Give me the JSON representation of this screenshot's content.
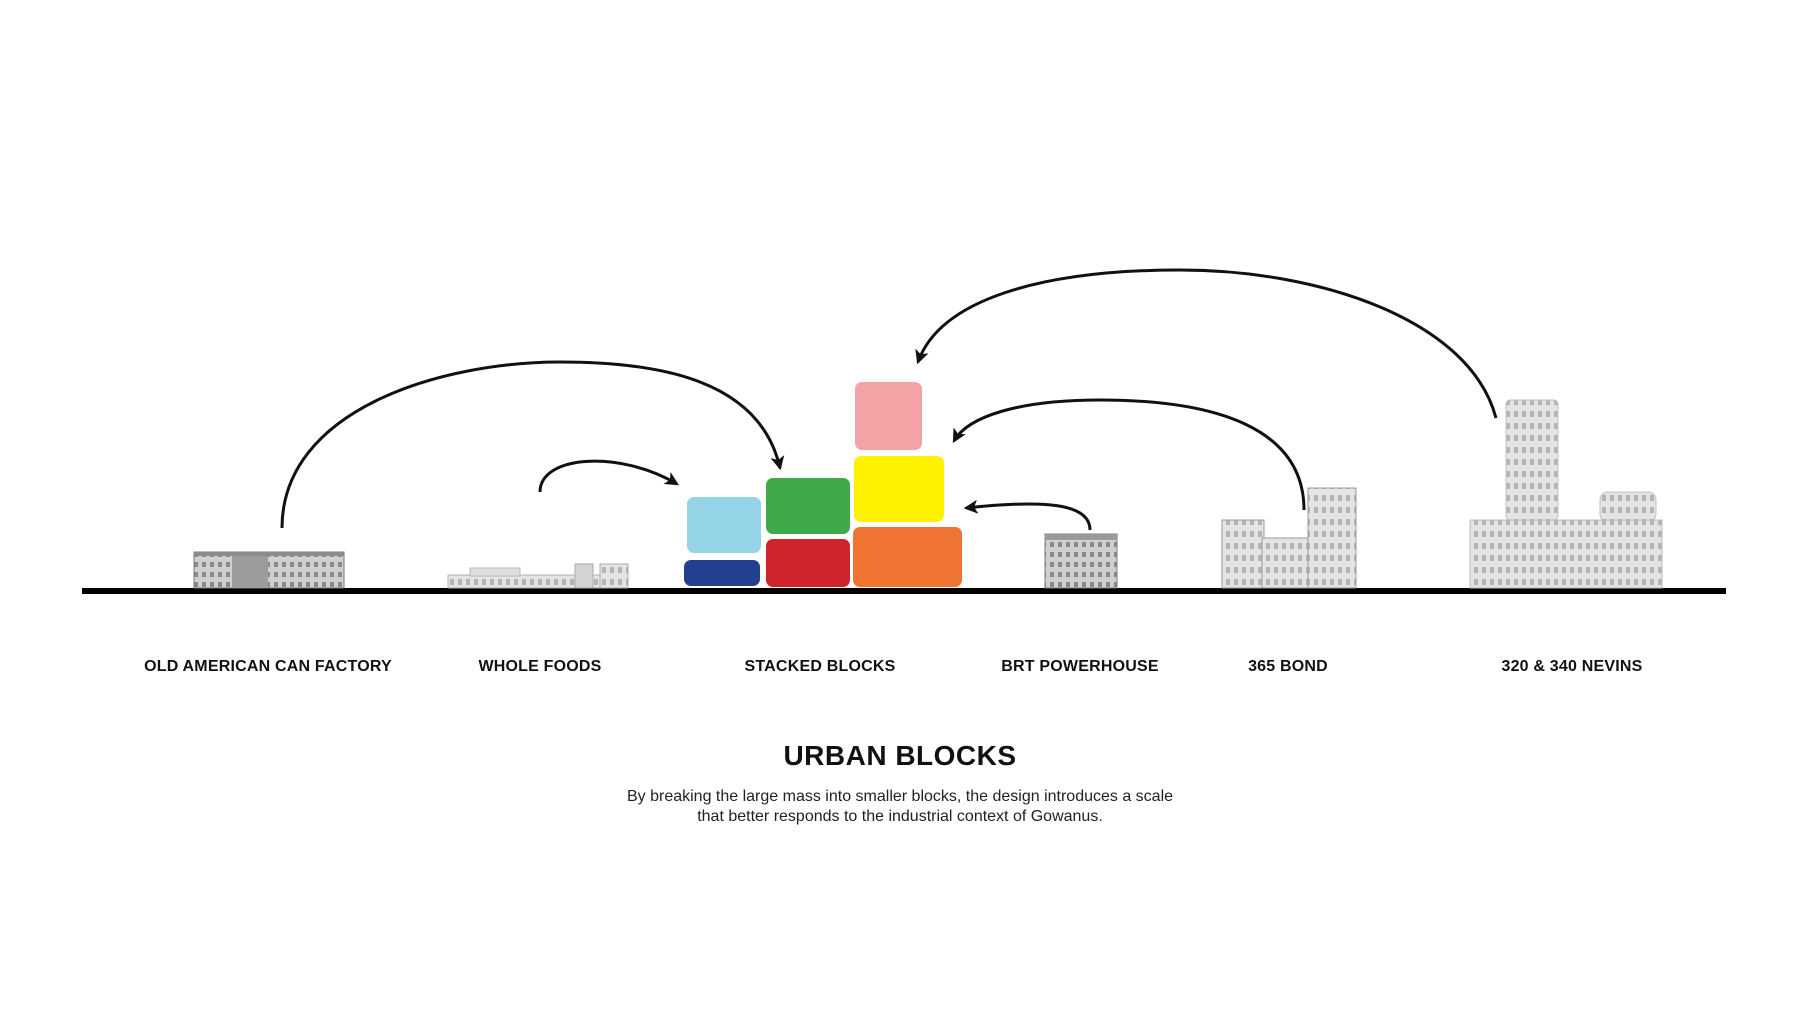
{
  "title": "URBAN BLOCKS",
  "caption": {
    "line1": "By breaking the large mass into smaller blocks, the design introduces a scale",
    "line2": "that better responds to the industrial context of Gowanus."
  },
  "labels": {
    "old_american_can_factory": "OLD AMERICAN CAN FACTORY",
    "whole_foods": "WHOLE FOODS",
    "stacked_blocks": "STACKED BLOCKS",
    "brt_powerhouse": "BRT POWERHOUSE",
    "bond_365": "365 BOND",
    "nevins_320_340": "320 & 340 NEVINS"
  },
  "block_colors": {
    "navy": "#233f8f",
    "light_blue": "#95d3e6",
    "green": "#3fa94c",
    "red": "#d1232a",
    "yellow": "#fff200",
    "orange": "#f07431",
    "pink": "#f3a3a6"
  },
  "colors": {
    "ground_line": "#000000",
    "arrows": "#111111",
    "buildings": "#8f8f8f"
  }
}
